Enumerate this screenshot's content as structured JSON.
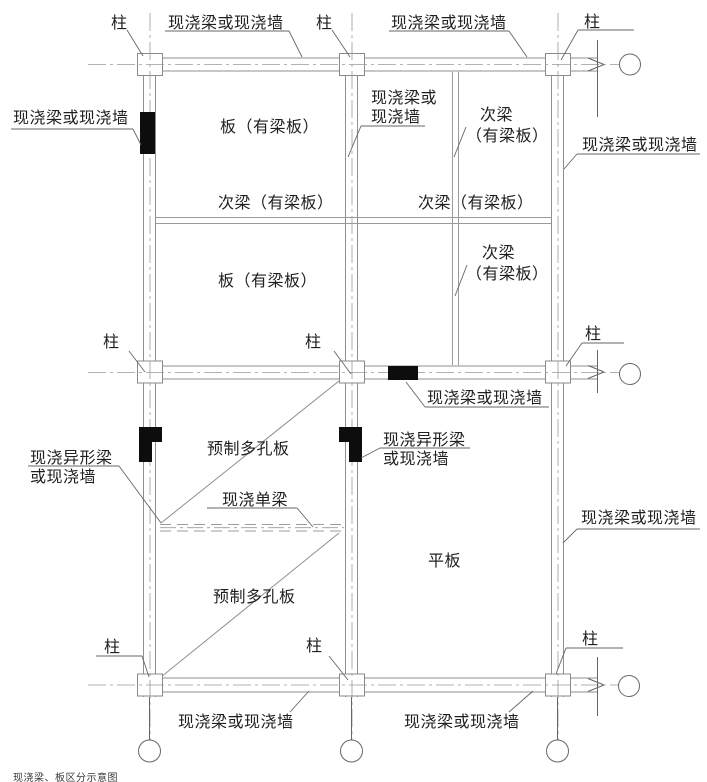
{
  "diagram": {
    "caption": "现浇梁、板区分示意图",
    "strings": {
      "column": "柱",
      "cast_beam_wall": "现浇梁或现浇墙",
      "cast_beam_wall_line1": "现浇梁或",
      "cast_beam_wall_line2": "现浇墙",
      "slab_with_beams": "板（有梁板）",
      "secondary_beam_slab": "次梁（有梁板）",
      "secondary_beam_line1": "次梁",
      "secondary_beam_line2": "（有梁板）",
      "special_beam_line1": "现浇异形梁",
      "special_beam_line2": "或现浇墙",
      "precast_hollow_slab": "预制多孔板",
      "cast_single_beam": "现浇单梁",
      "flat_slab": "平板"
    },
    "colors": {
      "background": "#ffffff",
      "structure_line": "#8f8f8f",
      "leader_line": "#666666",
      "solid_beam_mark": "#0d0d0d",
      "text": "#1f1f1f"
    }
  }
}
